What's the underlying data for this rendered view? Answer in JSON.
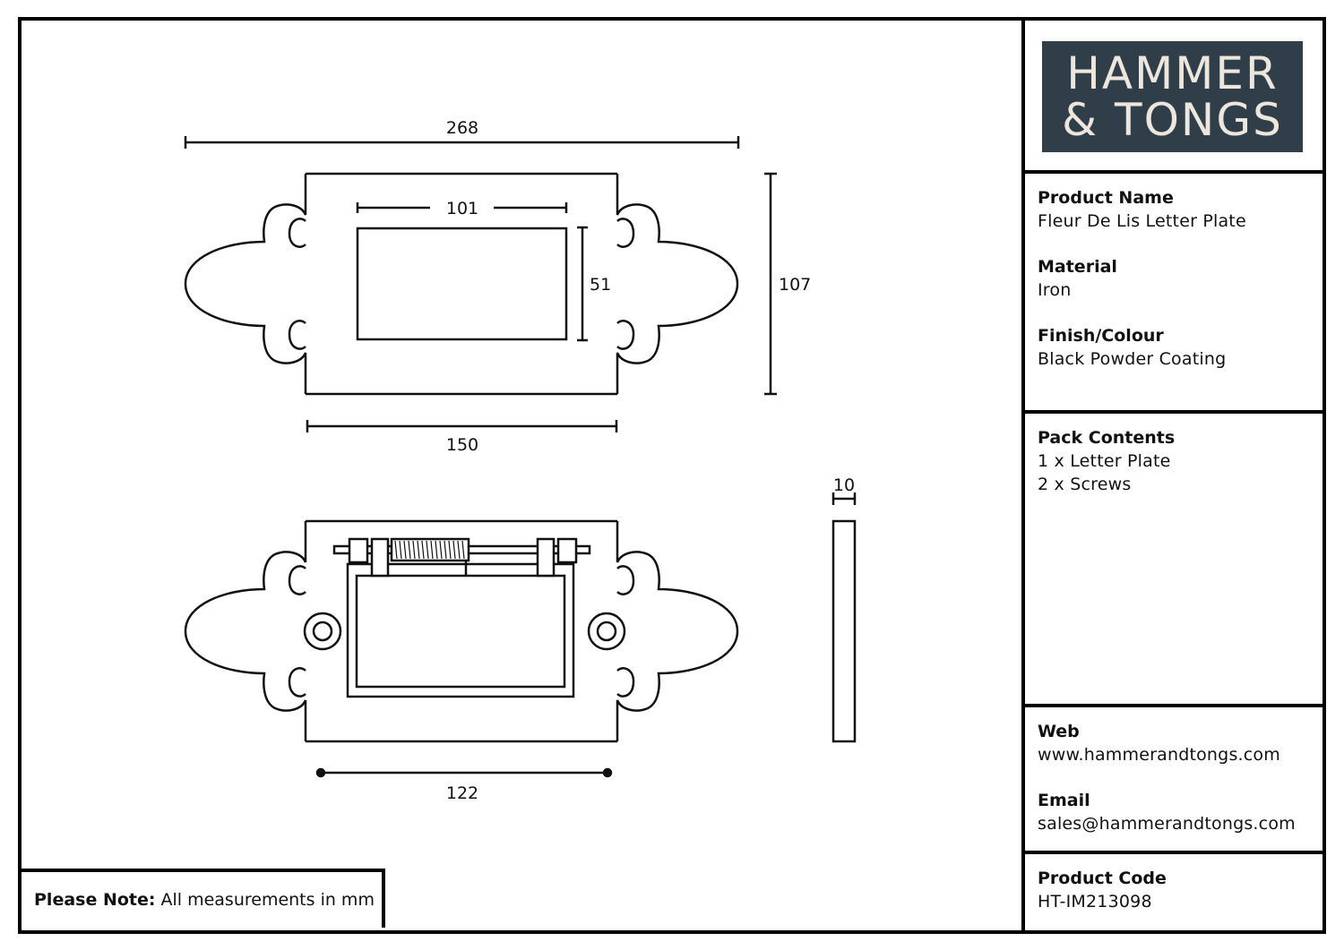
{
  "logo": {
    "line1": "HAMMER",
    "line2": "& TONGS"
  },
  "product": {
    "name_label": "Product Name",
    "name": "Fleur De Lis Letter Plate",
    "material_label": "Material",
    "material": "Iron",
    "finish_label": "Finish/Colour",
    "finish": "Black Powder Coating"
  },
  "pack": {
    "label": "Pack Contents",
    "items": [
      "1 x Letter Plate",
      "2 x Screws"
    ]
  },
  "contact": {
    "web_label": "Web",
    "web": "www.hammerandtongs.com",
    "email_label": "Email",
    "email": "sales@hammerandtongs.com"
  },
  "code": {
    "label": "Product Code",
    "value": "HT-IM213098"
  },
  "note": {
    "label": "Please Note:",
    "text": "All measurements in mm"
  },
  "dimensions": {
    "overall_width": "268",
    "aperture_width": "101",
    "aperture_height": "51",
    "height": "107",
    "plate_width": "150",
    "depth": "10",
    "fixing_centres": "122"
  }
}
